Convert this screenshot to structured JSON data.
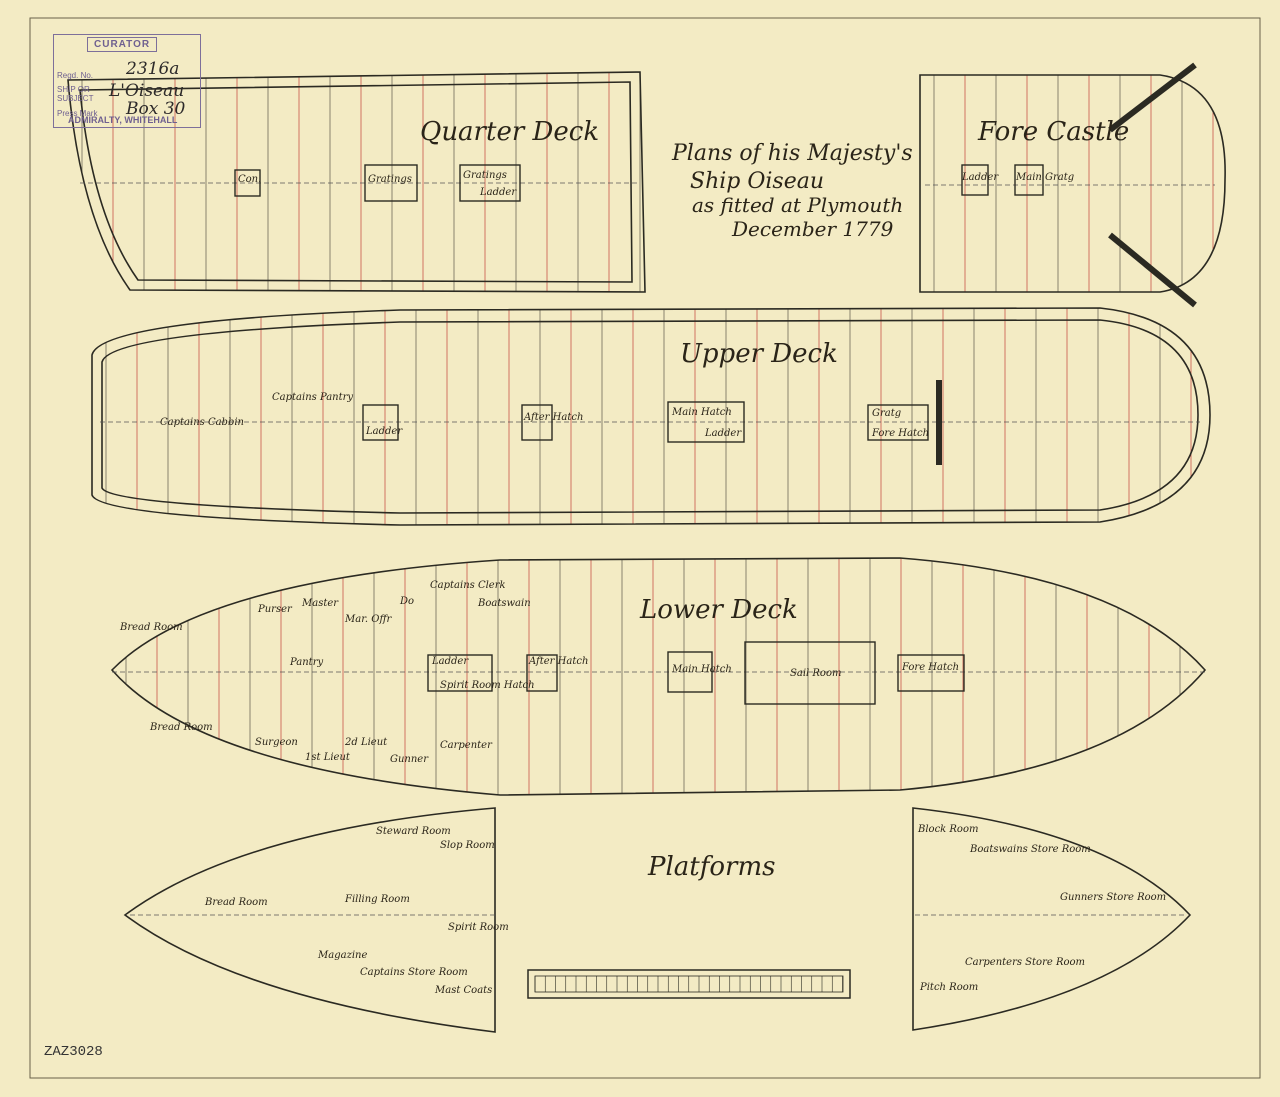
{
  "stamp": {
    "heading": "CURATOR",
    "regd_label": "Regd. No.",
    "regd_value": "2316a",
    "subject_label": "SHIP OR SUBJECT",
    "subject_value": "L'Oiseau",
    "press_label": "Press Mark",
    "press_value": "Box 30",
    "footer": "ADMIRALTY, WHITEHALL"
  },
  "title": {
    "line1": "Plans of his Majesty's",
    "line2": "Ship Oiseau",
    "line3": "as fitted at Plymouth",
    "line4": "December 1779"
  },
  "decks": {
    "quarter": {
      "name": "Quarter Deck",
      "labels": [
        "Gratings",
        "Gratings",
        "Ladder",
        "Con."
      ]
    },
    "fore_castle": {
      "name": "Fore Castle",
      "labels": [
        "Ladder",
        "Main Gratg"
      ]
    },
    "upper": {
      "name": "Upper Deck",
      "labels": [
        "Captains Cabbin",
        "Captains Pantry",
        "Ladder",
        "After Hatch",
        "Main Hatch",
        "Ladder",
        "Gratg",
        "Fore Hatch"
      ]
    },
    "lower": {
      "name": "Lower Deck",
      "labels": [
        "Bread Room",
        "Bread Room",
        "Purser",
        "Master",
        "Mar. Offr",
        "Do",
        "Captains Clerk",
        "Boatswain",
        "Pantry",
        "Ladder",
        "Spirit Room Hatch",
        "After Hatch",
        "Main Hatch",
        "Sail Room",
        "Fore Hatch",
        "Surgeon",
        "1st Lieut",
        "2d Lieut",
        "Gunner",
        "Carpenter"
      ]
    },
    "platforms": {
      "name": "Platforms",
      "labels": [
        "Bread Room",
        "Filling Room",
        "Magazine",
        "Steward Room",
        "Slop Room",
        "Spirit Room",
        "Captains Store Room",
        "Mast Coats",
        "Block Room",
        "Boatswains Store Room",
        "Gunners Store Room",
        "Carpenters Store Room",
        "Pitch Room"
      ]
    }
  },
  "reference": "ZAZ3028"
}
